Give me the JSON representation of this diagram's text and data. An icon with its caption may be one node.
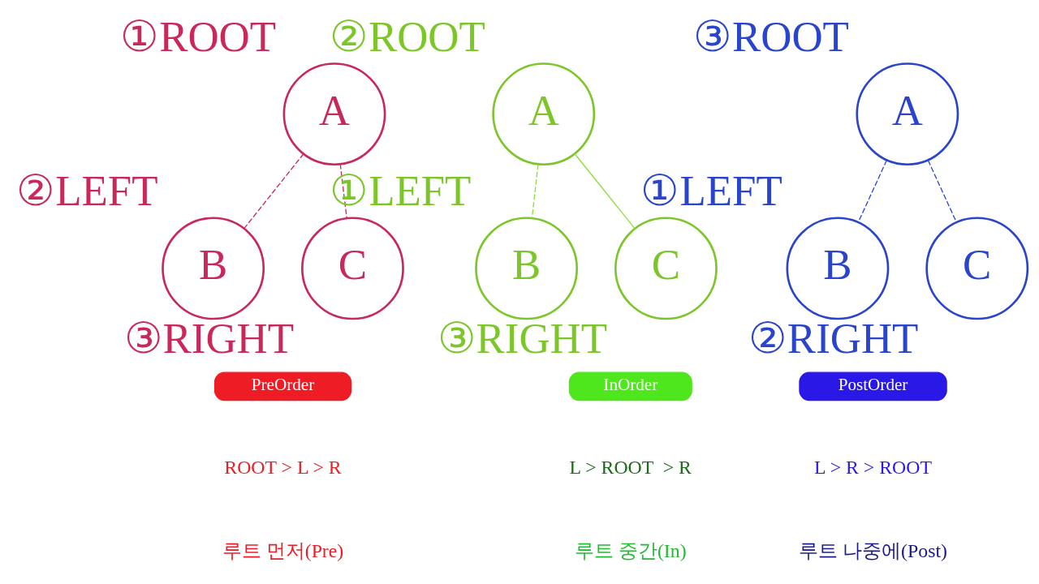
{
  "diagram": {
    "nodes": [
      {
        "text": [
          "A"
        ],
        "beside": [
          "①ROOT"
        ]
      },
      {
        "text": [
          "B"
        ],
        "beside": [
          "②LEFT"
        ]
      },
      {
        "text": [
          "C"
        ],
        "beside": [
          "③RIGHT"
        ]
      },
      {
        "text": [
          "A"
        ],
        "beside": [
          "②ROOT"
        ]
      },
      {
        "text": [
          "B"
        ],
        "beside": [
          "①LEFT"
        ]
      },
      {
        "text": [
          "C"
        ],
        "beside": [
          "③RIGHT"
        ]
      },
      {
        "text": [
          "A"
        ],
        "beside": [
          "③ROOT"
        ]
      },
      {
        "text": [
          "B"
        ],
        "beside": [
          "①LEFT"
        ]
      },
      {
        "text": [
          "C"
        ],
        "beside": [
          "②RIGHT"
        ]
      },
      {
        "text": [
          "PreOrder"
        ]
      },
      {
        "text": [
          "InOrder"
        ]
      },
      {
        "text": [
          "PostOrder"
        ]
      }
    ],
    "edges": [
      {
        "from": 0,
        "to": 1,
        "arrow": "none",
        "style": "dashed",
        "color": "#c8285a"
      },
      {
        "from": 0,
        "to": 2,
        "arrow": "none",
        "style": "dashed",
        "color": "#c8285a"
      },
      {
        "from": 3,
        "to": 4,
        "arrow": "none",
        "style": "dashed",
        "color": "#8edc40"
      },
      {
        "from": 3,
        "to": 5,
        "arrow": "none",
        "color": "#8edc40"
      },
      {
        "from": 6,
        "to": 7,
        "arrow": "none",
        "style": "dashed",
        "color": "#2a44cc"
      },
      {
        "from": 6,
        "to": 8,
        "arrow": "none",
        "style": "dashed",
        "color": "#2a44cc"
      }
    ],
    "labels": [
      "ROOT > L > R",
      "루트 먼저(Pre)",
      "L > ROOT  > R",
      "루트 중간(In)",
      "L > R > ROOT",
      "루트 나중에(Post)"
    ]
  }
}
